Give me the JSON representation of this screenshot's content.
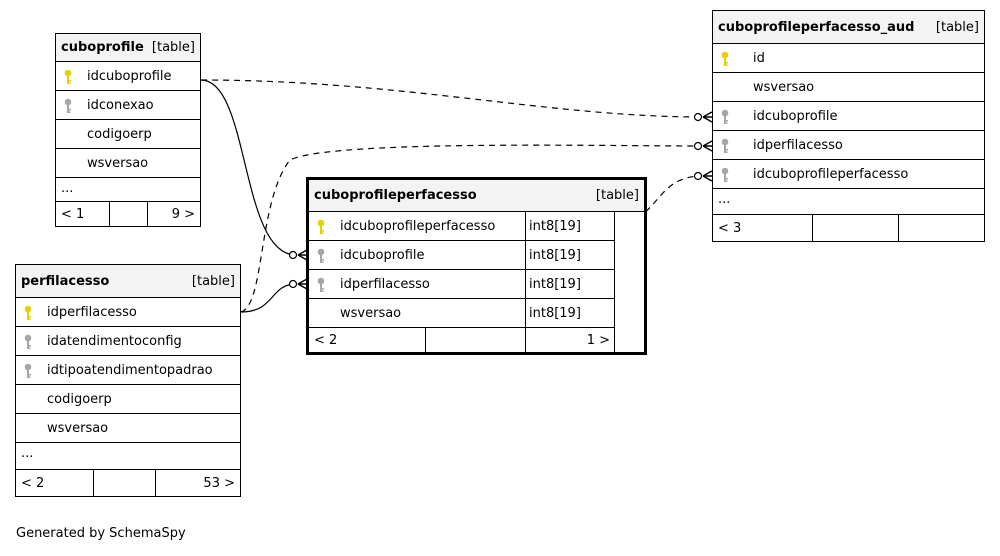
{
  "credit": "Generated by SchemaSpy",
  "tables": {
    "cuboprofile": {
      "name": "cuboprofile",
      "type_label": "[table]",
      "columns": [
        {
          "name": "idcuboprofile",
          "key": "primary-key"
        },
        {
          "name": "idconexao",
          "key": "foreign-key"
        },
        {
          "name": "codigoerp",
          "key": "none"
        },
        {
          "name": "wsversao",
          "key": "none"
        }
      ],
      "more": "...",
      "footer": {
        "parents": "< 1",
        "children": "9 >"
      }
    },
    "perfilacesso": {
      "name": "perfilacesso",
      "type_label": "[table]",
      "columns": [
        {
          "name": "idperfilacesso",
          "key": "primary-key"
        },
        {
          "name": "idatendimentoconfig",
          "key": "foreign-key"
        },
        {
          "name": "idtipoatendimentopadrao",
          "key": "foreign-key"
        },
        {
          "name": "codigoerp",
          "key": "none"
        },
        {
          "name": "wsversao",
          "key": "none"
        }
      ],
      "more": "...",
      "footer": {
        "parents": "< 2",
        "children": "53 >"
      }
    },
    "cuboprofileperfacesso": {
      "name": "cuboprofileperfacesso",
      "type_label": "[table]",
      "columns": [
        {
          "name": "idcuboprofileperfacesso",
          "key": "primary-key",
          "type": "int8[19]"
        },
        {
          "name": "idcuboprofile",
          "key": "foreign-key",
          "type": "int8[19]"
        },
        {
          "name": "idperfilacesso",
          "key": "foreign-key",
          "type": "int8[19]"
        },
        {
          "name": "wsversao",
          "key": "none",
          "type": "int8[19]"
        }
      ],
      "footer": {
        "parents": "< 2",
        "children": "1 >"
      }
    },
    "cuboprofileperfacesso_aud": {
      "name": "cuboprofileperfacesso_aud",
      "type_label": "[table]",
      "columns": [
        {
          "name": "id",
          "key": "primary-key"
        },
        {
          "name": "wsversao",
          "key": "none"
        },
        {
          "name": "idcuboprofile",
          "key": "foreign-key"
        },
        {
          "name": "idperfilacesso",
          "key": "foreign-key"
        },
        {
          "name": "idcuboprofileperfacesso",
          "key": "foreign-key"
        }
      ],
      "more": "...",
      "footer": {
        "parents": "< 3"
      }
    }
  },
  "colors": {
    "primary_key": "#e8cf00",
    "foreign_key": "#a6a6a6",
    "header_bg": "#f3f3f3"
  }
}
